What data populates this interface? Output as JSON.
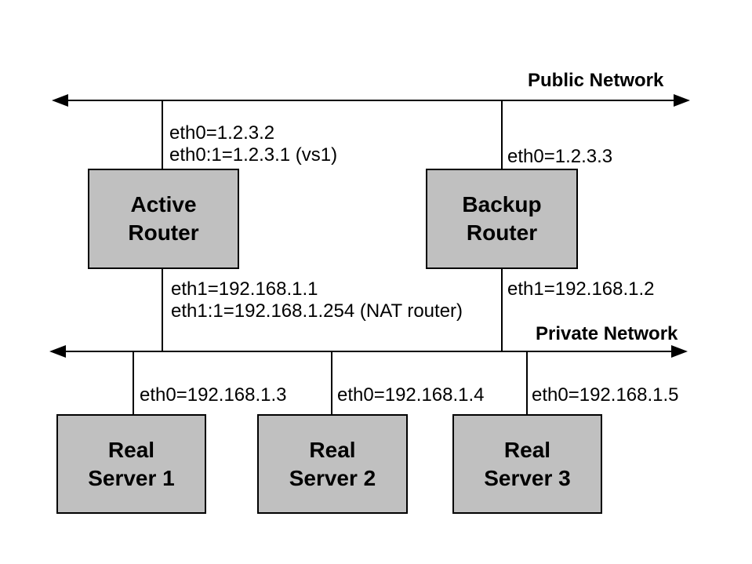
{
  "colors": {
    "box_fill": "#c0c0c0",
    "box_border": "#000000",
    "line": "#000000",
    "text": "#000000",
    "bg": "#ffffff"
  },
  "networks": {
    "public": {
      "label": "Public Network"
    },
    "private": {
      "label": "Private Network"
    }
  },
  "routers": {
    "active": {
      "name_line1": "Active",
      "name_line2": "Router",
      "public_ip_line1": "eth0=1.2.3.2",
      "public_ip_line2": "eth0:1=1.2.3.1 (vs1)",
      "private_ip_line1": "eth1=192.168.1.1",
      "private_ip_line2": "eth1:1=192.168.1.254 (NAT router)"
    },
    "backup": {
      "name_line1": "Backup",
      "name_line2": "Router",
      "public_ip": "eth0=1.2.3.3",
      "private_ip": "eth1=192.168.1.2"
    }
  },
  "servers": [
    {
      "name_line1": "Real",
      "name_line2": "Server 1",
      "ip": "eth0=192.168.1.3"
    },
    {
      "name_line1": "Real",
      "name_line2": "Server 2",
      "ip": "eth0=192.168.1.4"
    },
    {
      "name_line1": "Real",
      "name_line2": "Server 3",
      "ip": "eth0=192.168.1.5"
    }
  ]
}
